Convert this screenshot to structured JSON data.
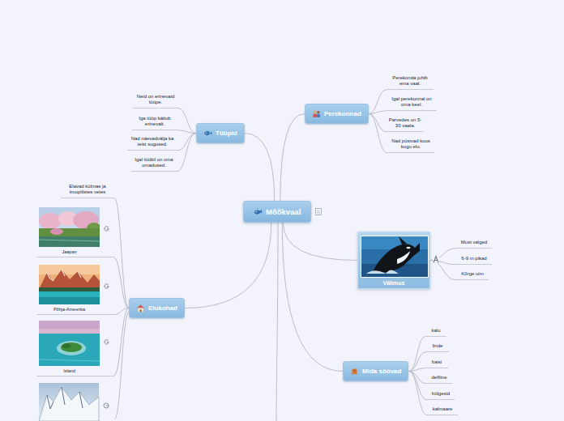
{
  "diagram": {
    "nodes": [
      {
        "text": [
          "Mõõkvaal"
        ]
      },
      {
        "text": [
          "Tüüpid"
        ]
      },
      {
        "text": [
          "Perekonnad"
        ]
      },
      {
        "text": [
          "Välimus"
        ]
      },
      {
        "text": [
          "Mida söövad"
        ]
      },
      {
        "text": [
          "Elukohad"
        ]
      },
      {
        "text": [
          "Neid on erinevaid tüüpe."
        ]
      },
      {
        "text": [
          "Iga tüüp käitub erinevalt."
        ]
      },
      {
        "text": [
          "Nad näevadvälja ka teist sugused."
        ]
      },
      {
        "text": [
          "Igal tüübil on oma omadused."
        ]
      },
      {
        "text": [
          "Perekonda juhib ema vaal."
        ]
      },
      {
        "text": [
          "Igal perekonnal on oma keel."
        ]
      },
      {
        "text": [
          "Parvedes on 5-30 vaala."
        ]
      },
      {
        "text": [
          "Nad püsivad koos kogu elu."
        ]
      },
      {
        "text": [
          "Must valged"
        ]
      },
      {
        "text": [
          "6-9 m pikad"
        ]
      },
      {
        "text": [
          "Kõrge uim"
        ]
      },
      {
        "text": [
          "kalu"
        ]
      },
      {
        "text": [
          "linde"
        ]
      },
      {
        "text": [
          "haisi"
        ]
      },
      {
        "text": [
          "delfiine"
        ]
      },
      {
        "text": [
          "hülgesid"
        ]
      },
      {
        "text": [
          "kalmaare"
        ]
      },
      {
        "text": [
          "Elavad külmas ja troopilistes vetes"
        ]
      },
      {
        "text": [
          "Jaapan"
        ]
      },
      {
        "text": [
          "Põhja-Ameerika"
        ]
      },
      {
        "text": [
          "Island"
        ]
      }
    ],
    "edges": [
      {
        "from": 0,
        "to": 1,
        "arrow": "none"
      },
      {
        "from": 0,
        "to": 2,
        "arrow": "none"
      },
      {
        "from": 0,
        "to": 3,
        "arrow": "none"
      },
      {
        "from": 0,
        "to": 4,
        "arrow": "none"
      },
      {
        "from": 0,
        "to": 5,
        "arrow": "none"
      },
      {
        "from": 1,
        "to": 6,
        "arrow": "none"
      },
      {
        "from": 1,
        "to": 7,
        "arrow": "none"
      },
      {
        "from": 1,
        "to": 8,
        "arrow": "none"
      },
      {
        "from": 1,
        "to": 9,
        "arrow": "none"
      },
      {
        "from": 2,
        "to": 10,
        "arrow": "none"
      },
      {
        "from": 2,
        "to": 11,
        "arrow": "none"
      },
      {
        "from": 2,
        "to": 12,
        "arrow": "none"
      },
      {
        "from": 2,
        "to": 13,
        "arrow": "none"
      },
      {
        "from": 3,
        "to": 14,
        "arrow": "none"
      },
      {
        "from": 3,
        "to": 15,
        "arrow": "none"
      },
      {
        "from": 3,
        "to": 16,
        "arrow": "none"
      },
      {
        "from": 4,
        "to": 17,
        "arrow": "none"
      },
      {
        "from": 4,
        "to": 18,
        "arrow": "none"
      },
      {
        "from": 4,
        "to": 19,
        "arrow": "none"
      },
      {
        "from": 4,
        "to": 20,
        "arrow": "none"
      },
      {
        "from": 4,
        "to": 21,
        "arrow": "none"
      },
      {
        "from": 4,
        "to": 22,
        "arrow": "none"
      },
      {
        "from": 5,
        "to": 23,
        "arrow": "none"
      },
      {
        "from": 5,
        "to": 24,
        "arrow": "none"
      },
      {
        "from": 5,
        "to": 25,
        "arrow": "none"
      },
      {
        "from": 5,
        "to": 26,
        "arrow": "none"
      }
    ]
  }
}
